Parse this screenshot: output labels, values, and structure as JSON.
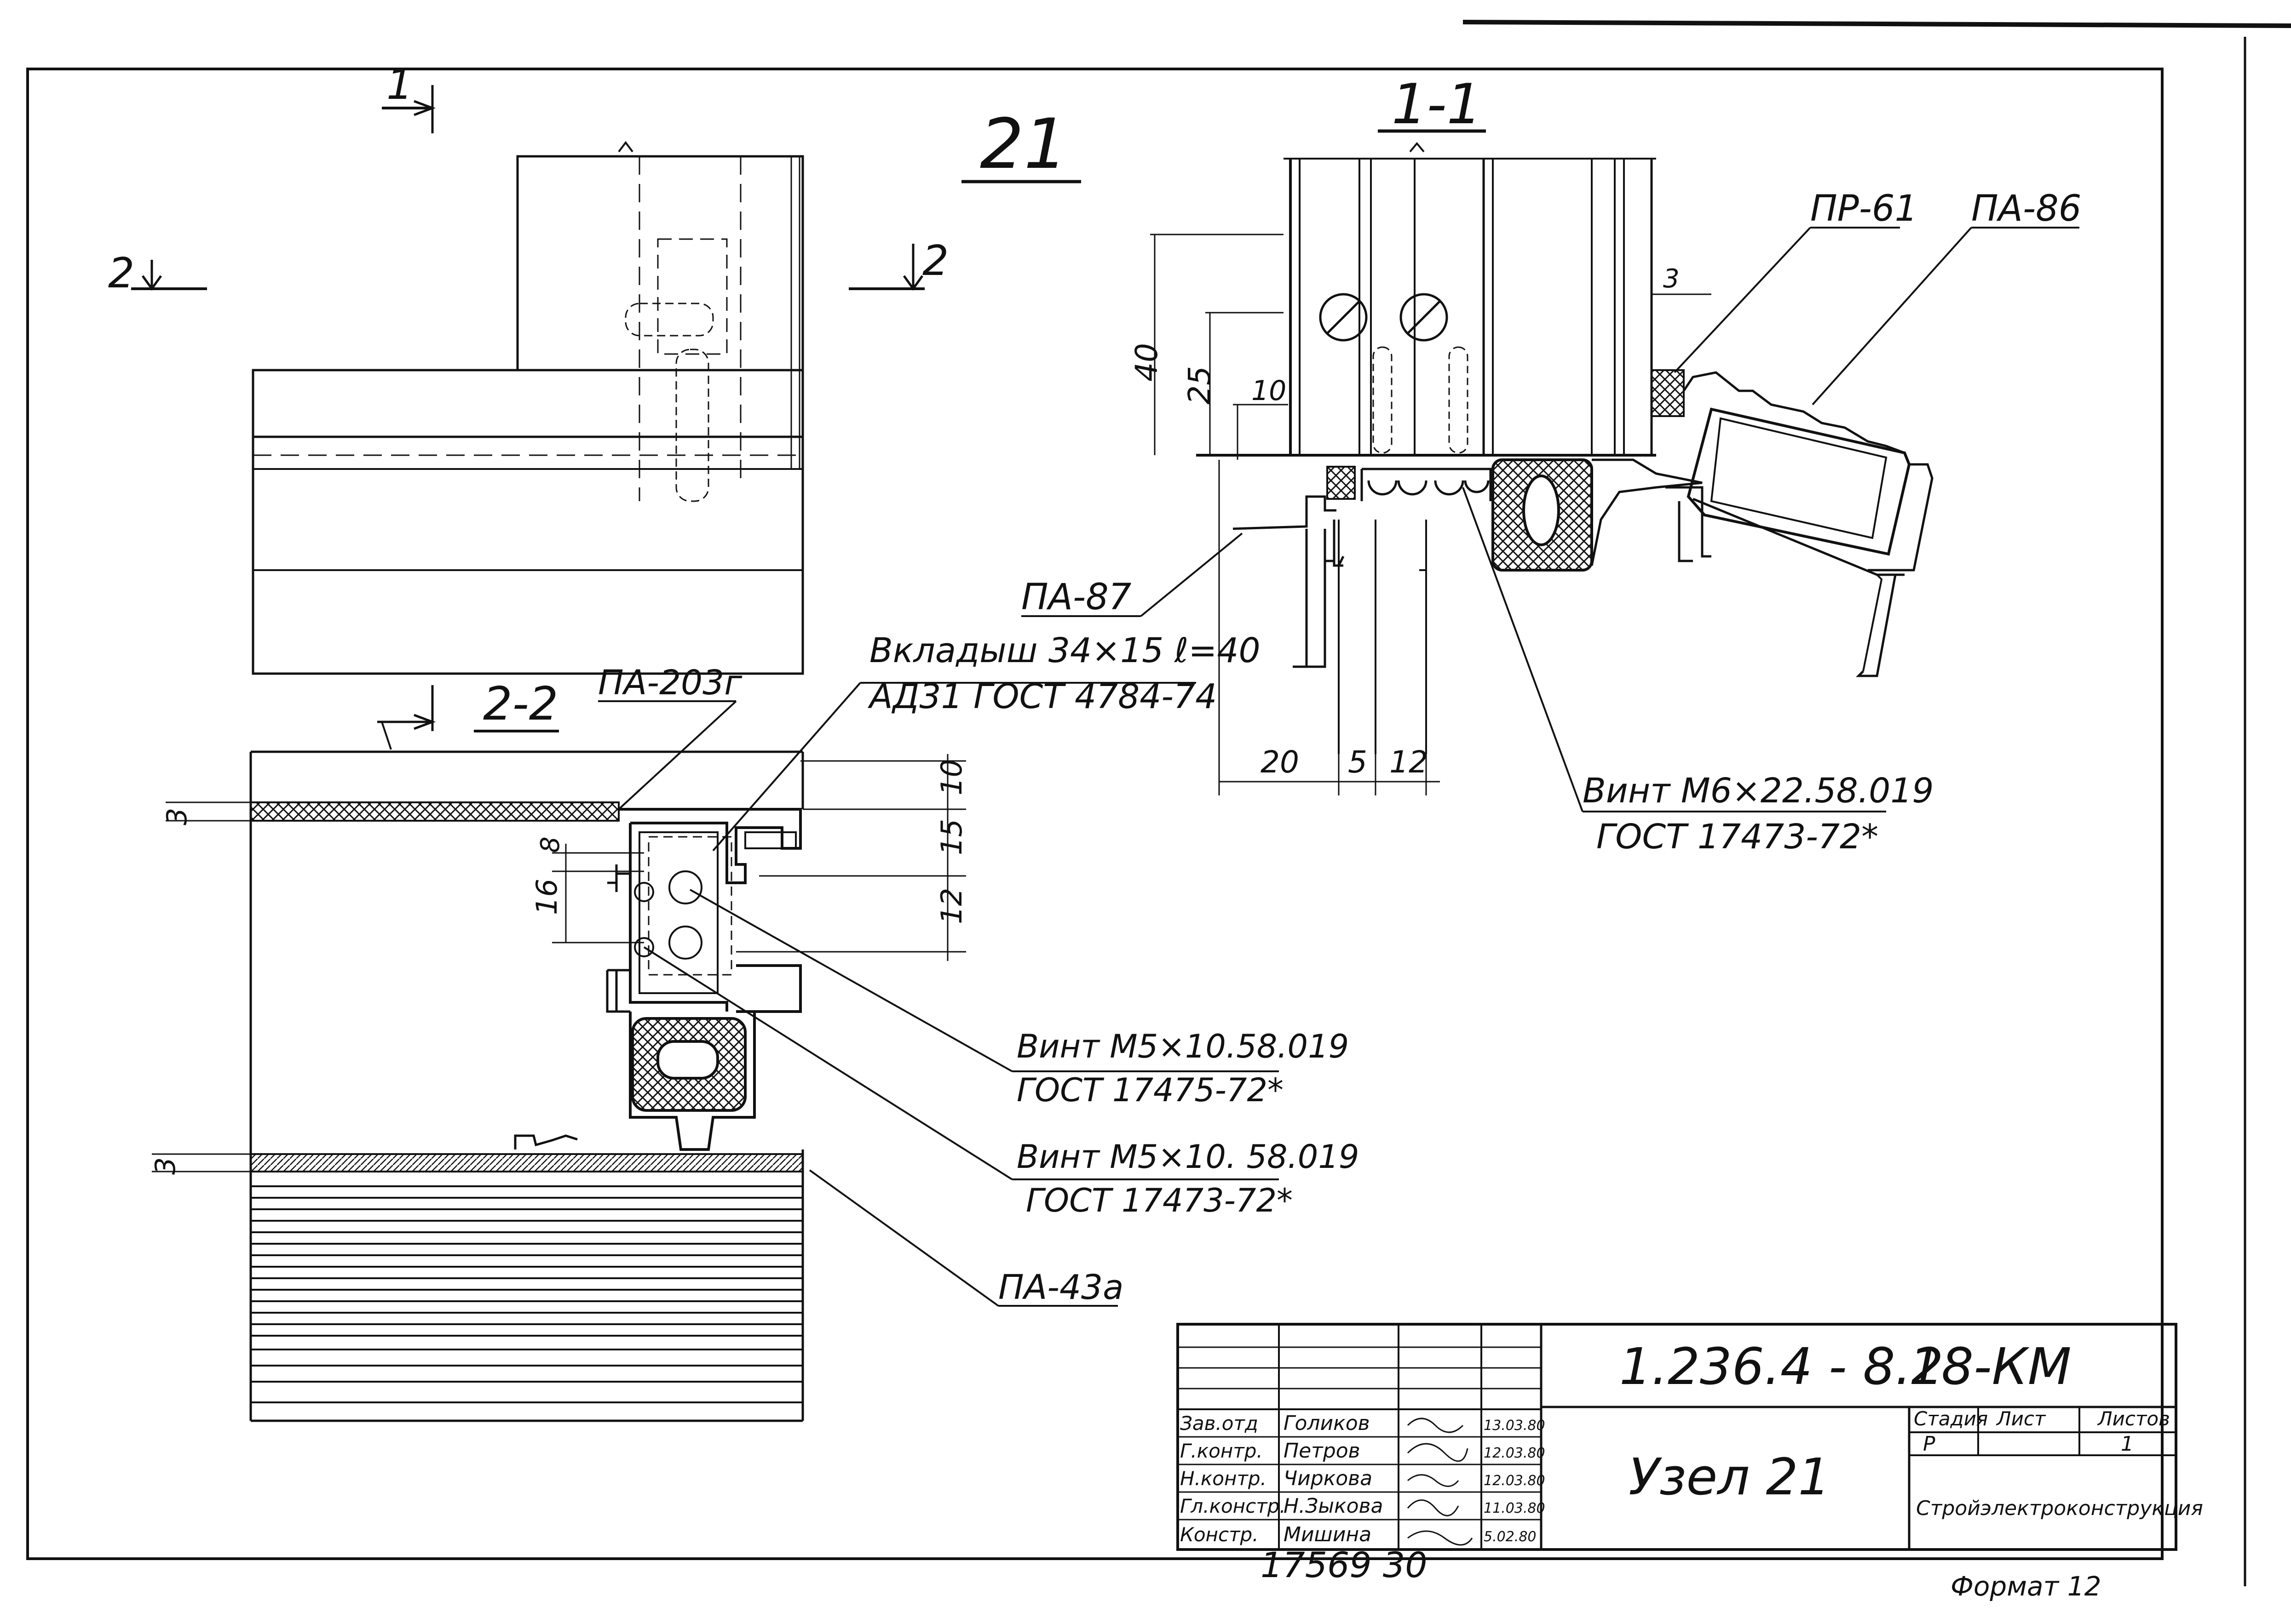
{
  "drawing": {
    "node_number": "21",
    "views": {
      "plan_marks": {
        "cut_1": "1",
        "cut_2_left": "2",
        "cut_2_right": "2"
      },
      "section_1_1": {
        "title": "1-1"
      },
      "section_2_2": {
        "title": "2-2"
      }
    },
    "callouts": {
      "pr61": "ПР-61",
      "pa86": "ПА-86",
      "pa87": "ПА-87",
      "pa203g": "ПА-203г",
      "insert_line1": "Вкладыш 34×15 ℓ=40",
      "insert_line2": "АД31 ГОСТ 4784-74",
      "screw_m6_line1": "Винт М6×22.58.019",
      "screw_m6_line2": "ГОСТ 17473-72*",
      "screw_m5a_line1": "Винт М5×10.58.019",
      "screw_m5a_line2": "ГОСТ 17475-72*",
      "screw_m5b_line1": "Винт М5×10. 58.019",
      "screw_m5b_line2": "ГОСТ 17473-72*",
      "pa43a": "ПА-43а"
    },
    "dimensions_1_1": {
      "d40": "40",
      "d25": "25",
      "d10": "10",
      "d3": "3",
      "d20": "20",
      "d5": "5",
      "d12": "12"
    },
    "dimensions_2_2": {
      "d3_top": "3",
      "d3_bottom": "3",
      "d8": "8",
      "d16": "16",
      "d10": "10",
      "d15": "15",
      "d12": "12"
    }
  },
  "title_block": {
    "code": "1.236.4 - 8.2",
    "sheet_mark": "18-КМ",
    "title": "Узел 21",
    "headers": {
      "stage": "Стадия",
      "sheet": "Лист",
      "sheets": "Листов"
    },
    "values": {
      "stage": "Р",
      "sheet": "",
      "sheets": "1"
    },
    "organization": "Стройэлектроконструкция",
    "signers": [
      {
        "role": "Зав.отд",
        "name": "Голиков",
        "date": "13.03.80"
      },
      {
        "role": "Г.контр.",
        "name": "Петров",
        "date": "12.03.80"
      },
      {
        "role": "Н.контр.",
        "name": "Чиркова",
        "date": "12.03.80"
      },
      {
        "role": "Гл.констр.",
        "name": "Н.Зыкова",
        "date": "11.03.80"
      },
      {
        "role": "Констр.",
        "name": "Мишина",
        "date": "5.02.80"
      }
    ],
    "inventory": "17569 30",
    "format": "Формат 12"
  }
}
